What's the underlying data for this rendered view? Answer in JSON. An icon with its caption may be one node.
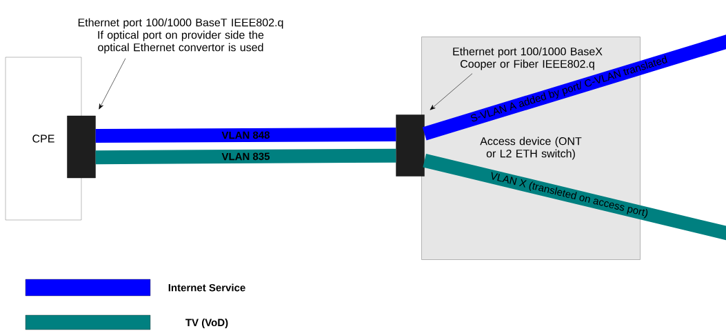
{
  "diagram": {
    "nodes": [
      {
        "text": [
          "CPE"
        ]
      },
      {
        "text": [
          "Access device (ONT or L2 ETH switch)"
        ]
      },
      {
        "text": [],
        "shape": "box"
      },
      {
        "text": [],
        "shape": "box"
      },
      {
        "text": [
          "Ethernet port 100/1000 BaseT IEEE802.q If optical port on provider side the optical  Ethernet convertor is used"
        ]
      },
      {
        "text": [
          "Ethernet port 100/1000 BaseX Cooper or Fiber IEEE802.q"
        ],
        "in": 1
      }
    ],
    "edges": [
      {
        "from": 4,
        "to": 2,
        "arrow": "to"
      },
      {
        "from": 5,
        "to": 3,
        "arrow": "to"
      },
      {
        "from": 2,
        "to": 3,
        "arrow": "none",
        "label": "VLAN 848",
        "color": "#0000ff"
      },
      {
        "from": 2,
        "to": 3,
        "arrow": "none",
        "label": "VLAN 835",
        "color": "#008080"
      },
      {
        "from": 3,
        "to": null,
        "arrow": "none",
        "label": "S-VLAN A added by port/ C-VLAN translated",
        "color": "#0000ff"
      },
      {
        "from": 3,
        "to": null,
        "arrow": "none",
        "label": "VLAN X (transleted on access port)",
        "color": "#008080"
      }
    ],
    "legend": [
      {
        "text": "Internet Service",
        "color": "#0000ff"
      },
      {
        "text": "TV (VoD)",
        "color": "#008080"
      }
    ]
  }
}
